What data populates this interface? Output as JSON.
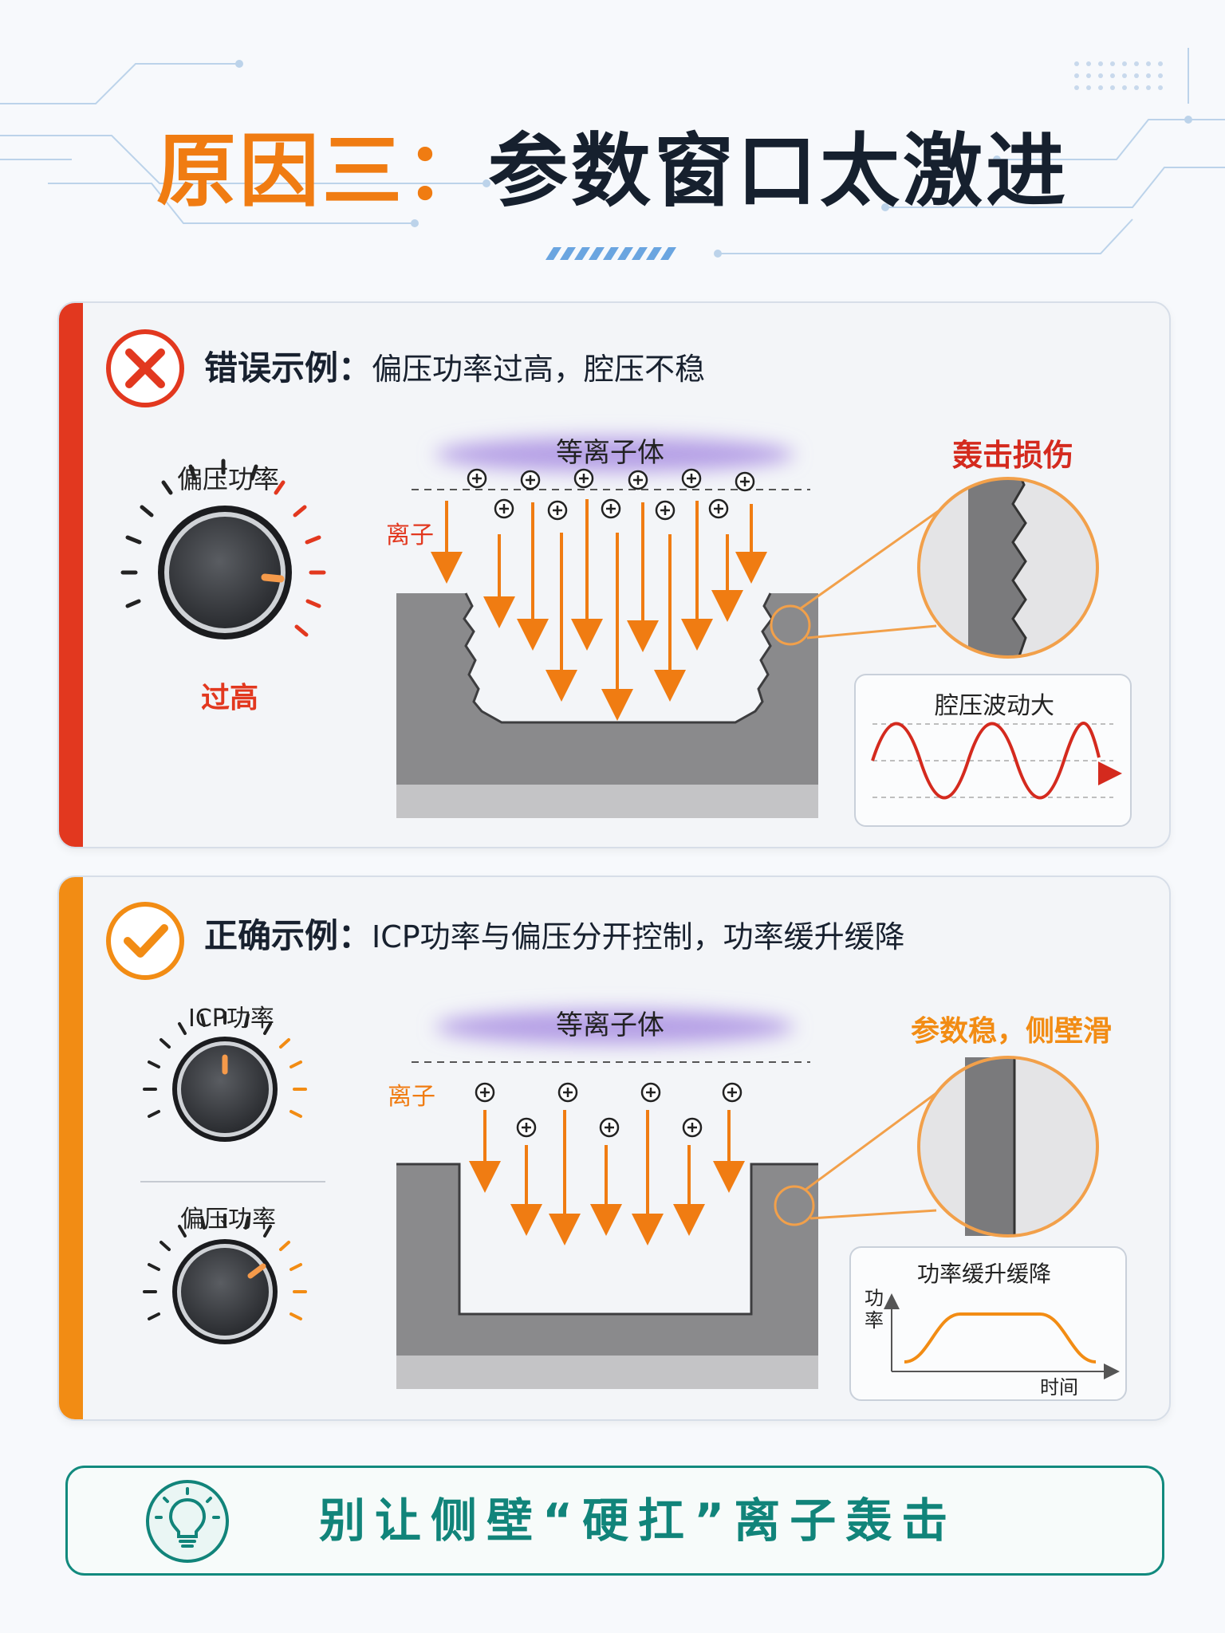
{
  "title": {
    "prefix": "原因三：",
    "main": "参数窗口太激进"
  },
  "colors": {
    "bad": "#e2381f",
    "good": "#f28c14",
    "tip": "#11847a",
    "ion_arrow": "#f07c12",
    "plasma": "#b6a0e6"
  },
  "bad_example": {
    "head_strong": "错误示例：",
    "head_rest": "偏压功率过高，腔压不稳",
    "status_icon": "x-circle-icon",
    "knob_label": "偏压功率",
    "knob_status": "过高",
    "plasma_label": "等离子体",
    "ion_label": "离子",
    "ion_symbol": "+",
    "zoom_title": "轰击损伤",
    "chart_title": "腔压波动大"
  },
  "good_example": {
    "head_strong": "正确示例：",
    "head_rest": "ICP功率与偏压分开控制，功率缓升缓降",
    "status_icon": "check-circle-icon",
    "knob1_label": "ICP功率",
    "knob2_label": "偏压功率",
    "plasma_label": "等离子体",
    "ion_label": "离子",
    "ion_symbol": "+",
    "zoom_title": "参数稳，侧壁滑",
    "chart_title": "功率缓升缓降",
    "chart_ylabel_1": "功",
    "chart_ylabel_2": "率",
    "chart_xlabel": "时间"
  },
  "tip": {
    "icon": "lightbulb-icon",
    "text": "别让侧壁“硬扛”离子轰击"
  }
}
